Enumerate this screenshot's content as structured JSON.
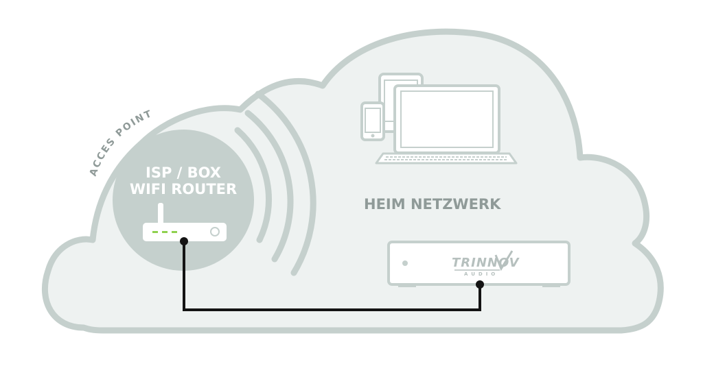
{
  "access_point_label": "ACCES POINT",
  "router": {
    "line1": "ISP / BOX",
    "line2": "WIFI ROUTER"
  },
  "network_label": "HEIM NETZWERK",
  "processor": {
    "brand": "TRINNOV",
    "sub": "AUDIO"
  },
  "colors": {
    "cloud_fill": "#eef2f1",
    "cloud_stroke": "#c5d0cd",
    "circle_fill": "#c5d0cd",
    "label_gray": "#8f9a98",
    "device_stroke": "#c5d0cd",
    "cable": "#141414",
    "led": "#8fd14f"
  }
}
